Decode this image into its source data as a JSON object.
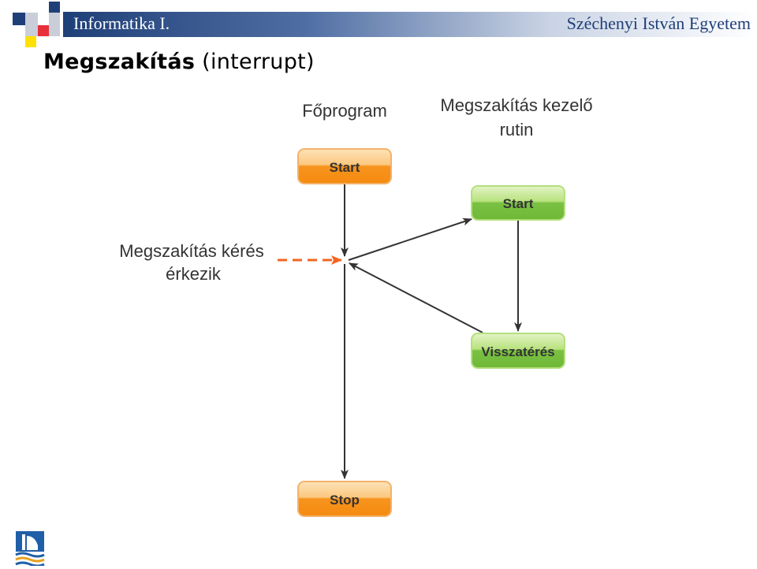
{
  "header": {
    "course_title": "Informatika I.",
    "university": "Széchenyi István Egyetem"
  },
  "page": {
    "title_bold": "Megszakítás",
    "title_rest": "(interrupt)"
  },
  "diagram": {
    "main_program_label": "Főprogram",
    "handler_label_line1": "Megszakítás kezelő",
    "handler_label_line2": "rutin",
    "request_label_line1": "Megszakítás kérés",
    "request_label_line2": "érkezik",
    "node_main_start": "Start",
    "node_main_stop": "Stop",
    "node_handler_start": "Start",
    "node_handler_return": "Visszatérés",
    "colors": {
      "orange_node": "#f7941d",
      "green_node": "#7ac143",
      "request_arrow": "#f26522",
      "arrow": "#333333"
    }
  }
}
